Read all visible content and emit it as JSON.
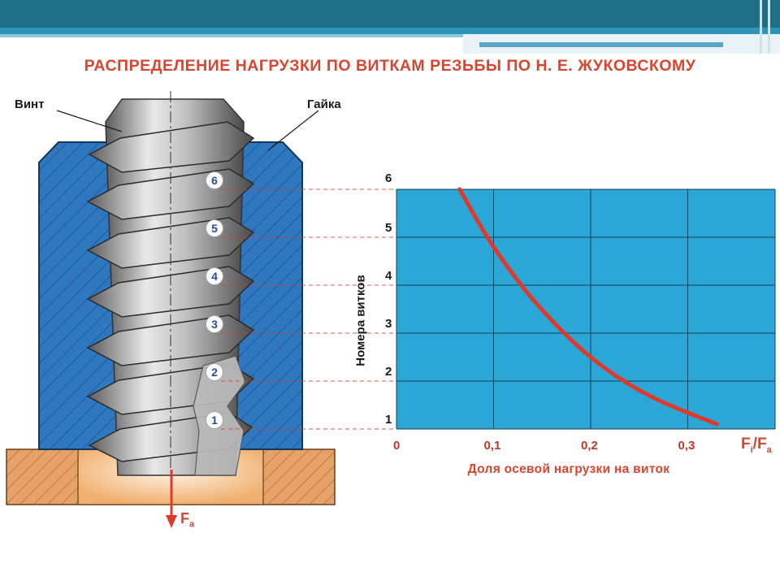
{
  "title": "РАСПРЕДЕЛЕНИЕ  НАГРУЗКИ  ПО  ВИТКАМ  РЕЗЬБЫ  ПО  Н. Е. ЖУКОВСКОМУ",
  "labels": {
    "screw": "Винт",
    "nut": "Гайка",
    "force_main": "F",
    "force_sub": "a",
    "ratio_main": "F",
    "ratio_sub_i": "i",
    "ratio_mid": "/F",
    "ratio_sub_a": "a"
  },
  "turn_numbers": [
    "1",
    "2",
    "3",
    "4",
    "5",
    "6"
  ],
  "colors": {
    "accent": "#d9452e",
    "nut_blue": "#2f78c0",
    "chart_bg": "#2aa7d6",
    "curve": "#e0382b",
    "base": "#e7a26a"
  },
  "chart_data": {
    "type": "line",
    "xlabel": "Доля осевой нагрузки на виток",
    "ylabel": "Номера витков",
    "x_ticks": [
      "0",
      "0,1",
      "0,2",
      "0,3"
    ],
    "y_ticks": [
      "1",
      "2",
      "3",
      "4",
      "5",
      "6"
    ],
    "xlim": [
      0,
      0.39
    ],
    "ylim": [
      1,
      6
    ],
    "grid": true,
    "series": [
      {
        "points": [
          {
            "x": 0.065,
            "y": 6
          },
          {
            "x": 0.1,
            "y": 4.8
          },
          {
            "x": 0.145,
            "y": 3.6
          },
          {
            "x": 0.2,
            "y": 2.5
          },
          {
            "x": 0.26,
            "y": 1.7
          },
          {
            "x": 0.33,
            "y": 1.1
          }
        ]
      }
    ]
  }
}
